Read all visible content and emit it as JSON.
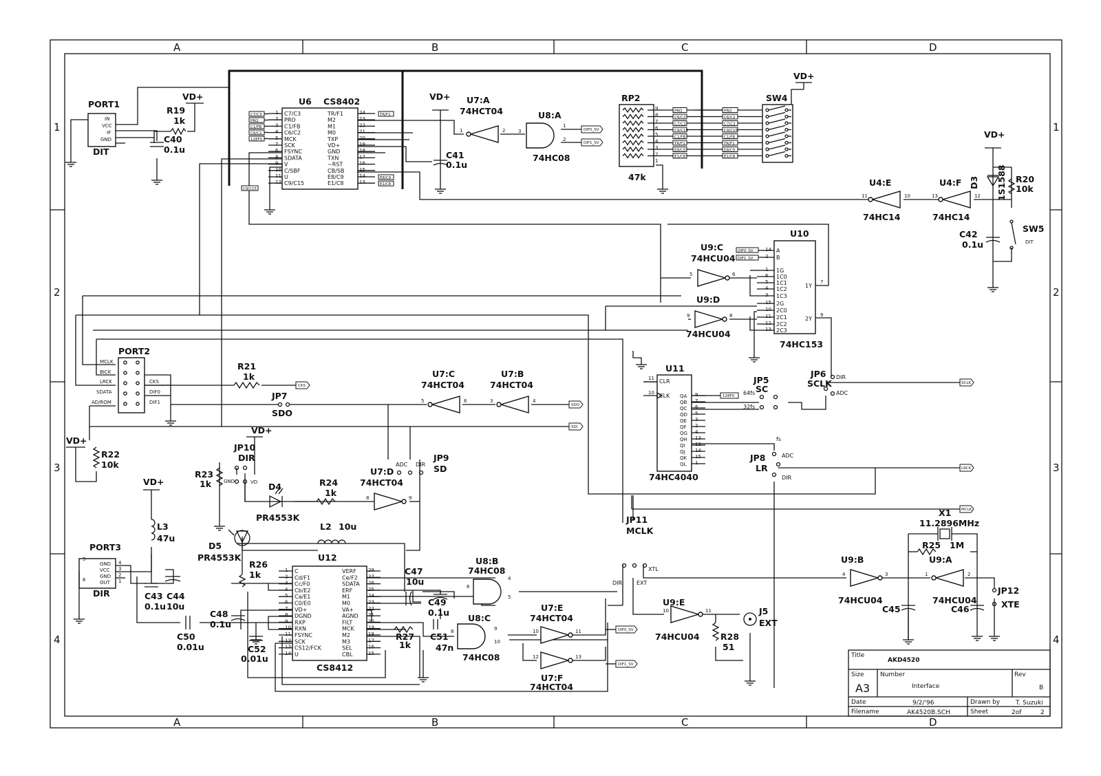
{
  "border": {
    "columns": [
      "A",
      "B",
      "C",
      "D"
    ],
    "rows": [
      "1",
      "2",
      "3",
      "4"
    ]
  },
  "title_block": {
    "title_label": "Title",
    "title": "AKD4520",
    "size_label": "Size",
    "size": "A3",
    "number_label": "Number",
    "number": "Interface",
    "rev_label": "Rev",
    "rev": "B",
    "date_label": "Date",
    "date": "9/2/'96",
    "drawn_label": "Drawn by",
    "drawn_by": "T. Suzuki",
    "filename_label": "Filename",
    "filename": "AK4520B.SCH",
    "sheet_label": "Sheet",
    "sheet_num": "2of",
    "sheet_total": "2"
  },
  "ports": {
    "port1": {
      "ref": "PORT1",
      "type": "DIT",
      "pins": [
        "IN",
        "VCC",
        "IF",
        "GND"
      ]
    },
    "port2": {
      "ref": "PORT2",
      "left_pins": [
        "MCLK",
        "BICK",
        "LRCK",
        "SDATA",
        "AD/ROM"
      ],
      "right_pins": [
        "CKS",
        "DIF0",
        "DIF1"
      ]
    },
    "port3": {
      "ref": "PORT3",
      "type": "DIR",
      "pins": [
        "GND",
        "VCC",
        "GND",
        "OUT"
      ],
      "nums": [
        "4",
        "3",
        "2",
        "1"
      ],
      "side_nums": [
        "5",
        "6"
      ]
    }
  },
  "u6": {
    "ref": "U6",
    "part": "CS8402",
    "left_pins": [
      "C7/C3",
      "PRO",
      "C1/FB",
      "C6/C2",
      "MCK",
      "SCK",
      "FSYNC",
      "SDATA",
      "V",
      "C/SBF",
      "U",
      "C9/C15"
    ],
    "left_nums": [
      "1",
      "2",
      "3",
      "4",
      "5",
      "7",
      "6",
      "8",
      "9",
      "10",
      "11",
      "12"
    ],
    "right_pins": [
      "TR/F1",
      "M2",
      "M1",
      "M0",
      "TXP",
      "VD+",
      "GND",
      "TXN",
      "~RST",
      "CB/SB",
      "E8/C9",
      "E1/C8"
    ],
    "right_nums": [
      "24",
      "23",
      "22",
      "21",
      "20",
      "19",
      "18",
      "17",
      "16",
      "15",
      "14",
      "13"
    ],
    "tags_left": [
      "C7/C3",
      "PRO",
      "C1/FB",
      "C6/C2",
      "128FS"
    ],
    "tag_bottom": "C9/C15",
    "tags_right": [
      "TR/F1",
      "E8/C9",
      "E1/C8"
    ]
  },
  "u12": {
    "ref": "U12",
    "part": "CS8412",
    "left_pins": [
      "C",
      "Cd/F1",
      "Cc/F0",
      "Cb/E2",
      "Ca/E1",
      "C0/E0",
      "VD+",
      "DGND",
      "RXP",
      "RXN",
      "FSYNC",
      "SCK",
      "CS12/FCK",
      "U"
    ],
    "left_nums": [
      "1",
      "2",
      "3",
      "4",
      "5",
      "6",
      "7",
      "8",
      "9",
      "10",
      "11",
      "12",
      "13",
      "14"
    ],
    "right_pins": [
      "VERF",
      "Ce/F2",
      "SDATA",
      "ERF",
      "M1",
      "M0",
      "VA+",
      "AGND",
      "FILT",
      "MCK",
      "M2",
      "M3",
      "SEL",
      "CBL"
    ],
    "right_nums": [
      "28",
      "27",
      "26",
      "25",
      "24",
      "23",
      "22",
      "21",
      "20",
      "19",
      "18",
      "17",
      "16",
      "15"
    ]
  },
  "u10": {
    "ref": "U10",
    "part": "74HC153",
    "pins": [
      "A",
      "B",
      "1G",
      "1C0",
      "1C1",
      "1C2",
      "1C3",
      "2G",
      "2C0",
      "2C1",
      "2C2",
      "2C3"
    ],
    "nums": [
      "14",
      "2",
      "1",
      "6",
      "5",
      "4",
      "3",
      "15",
      "10",
      "11",
      "12",
      "13"
    ],
    "out_pins": [
      "1Y",
      "2Y"
    ],
    "out_nums": [
      "7",
      "9"
    ],
    "tags": [
      "DIF0_SV",
      "DIF1_SV"
    ]
  },
  "u11": {
    "ref": "U11",
    "part": "74HC4040",
    "in_pins": [
      "CLR",
      "CLK"
    ],
    "in_nums": [
      "11",
      "10"
    ],
    "out_pins": [
      "QA",
      "QB",
      "QC",
      "QD",
      "QE",
      "QF",
      "QG",
      "QH",
      "QI",
      "QJ",
      "QK",
      "QL"
    ],
    "out_nums": [
      "9",
      "7",
      "6",
      "5",
      "3",
      "2",
      "4",
      "13",
      "12",
      "14",
      "15",
      "1"
    ],
    "tag": "128FS"
  },
  "gates": {
    "u7a": {
      "ref": "U7:A",
      "part": "74HCT04",
      "pins": [
        "2",
        "1"
      ]
    },
    "u7b": {
      "ref": "U7:B",
      "part": "74HCT04",
      "pins": [
        "4",
        "3"
      ]
    },
    "u7c": {
      "ref": "U7:C",
      "part": "74HCT04",
      "pins": [
        "6",
        "5"
      ]
    },
    "u7d": {
      "ref": "U7:D",
      "part": "74HCT04",
      "pins": [
        "8",
        "9"
      ]
    },
    "u7e": {
      "ref": "U7:E",
      "part": "74HCT04",
      "pins": [
        "10",
        "11"
      ]
    },
    "u7f": {
      "ref": "U7:F",
      "part": "74HCT04",
      "pins": [
        "12",
        "13"
      ]
    },
    "u8a": {
      "ref": "U8:A",
      "part": "74HC08",
      "pins": [
        "3",
        "1",
        "2"
      ]
    },
    "u8b": {
      "ref": "U8:B",
      "part": "74HC08",
      "pins": [
        "6",
        "4",
        "5"
      ]
    },
    "u8c": {
      "ref": "U8:C",
      "part": "74HC08",
      "pins": [
        "8",
        "9",
        "10"
      ]
    },
    "u9a": {
      "ref": "U9:A",
      "part": "74HCU04",
      "pins": [
        "2",
        "1"
      ]
    },
    "u9b": {
      "ref": "U9:B",
      "part": "74HCU04",
      "pins": [
        "4",
        "3"
      ]
    },
    "u9c": {
      "ref": "U9:C",
      "part": "74HCU04",
      "pins": [
        "5",
        "6"
      ]
    },
    "u9d": {
      "ref": "U9:D",
      "part": "74HCU04",
      "pins": [
        "9",
        "8"
      ]
    },
    "u9e": {
      "ref": "U9:E",
      "part": "74HCU04",
      "pins": [
        "10",
        "11"
      ]
    },
    "u4e": {
      "ref": "U4:E",
      "part": "74HC14",
      "pins": [
        "10",
        "11"
      ]
    },
    "u4f": {
      "ref": "U4:F",
      "part": "74HC14",
      "pins": [
        "12",
        "13"
      ]
    }
  },
  "rp2": {
    "ref": "RP2",
    "value": "47k",
    "nums": [
      "9",
      "8",
      "7",
      "6",
      "5",
      "4",
      "3",
      "2",
      "1"
    ],
    "tags_in": [
      "PRO",
      "C6/C2",
      "C7/C3",
      "C9/C15",
      "C1/FB",
      "TR/F1",
      "E8/C9",
      "E1/C8"
    ],
    "tags_out": [
      "PRO",
      "C6/C2",
      "C7/C3",
      "C9/C15",
      "C1/FB",
      "TR/F1",
      "E8/C9",
      "E1/C8"
    ]
  },
  "sw4": {
    "ref": "SW4"
  },
  "power": {
    "vd": "VD+"
  },
  "passives": {
    "r19": {
      "ref": "R19",
      "value": "1k"
    },
    "r20": {
      "ref": "R20",
      "value": "10k"
    },
    "r21": {
      "ref": "R21",
      "value": "1k"
    },
    "r22": {
      "ref": "R22",
      "value": "10k"
    },
    "r23": {
      "ref": "R23",
      "value": "1k",
      "pin": "GND"
    },
    "r24": {
      "ref": "R24",
      "value": "1k"
    },
    "r25": {
      "ref": "R25",
      "value": "1M"
    },
    "r26": {
      "ref": "R26",
      "value": "1k"
    },
    "r27": {
      "ref": "R27",
      "value": "1k"
    },
    "r28": {
      "ref": "R28",
      "value": "51"
    },
    "c40": {
      "ref": "C40",
      "value": "0.1u"
    },
    "c41": {
      "ref": "C41",
      "value": "0.1u"
    },
    "c42": {
      "ref": "C42",
      "value": "0.1u"
    },
    "c43": {
      "ref": "C43",
      "value": "0.1u"
    },
    "c44": {
      "ref": "C44",
      "value": "10u"
    },
    "c45": {
      "ref": "C45"
    },
    "c46": {
      "ref": "C46"
    },
    "c47": {
      "ref": "C47",
      "value": "10u"
    },
    "c48": {
      "ref": "C48",
      "value": "0.1u"
    },
    "c49": {
      "ref": "C49",
      "value": "0.1u"
    },
    "c50": {
      "ref": "C50",
      "value": "0.01u"
    },
    "c51": {
      "ref": "C51",
      "value": "47n"
    },
    "c52": {
      "ref": "C52",
      "value": "0.01u"
    },
    "l2": {
      "ref": "L2",
      "value": "10u"
    },
    "l3": {
      "ref": "L3",
      "value": "47u"
    },
    "x1": {
      "ref": "X1",
      "value": "11.2896MHz"
    },
    "d3": {
      "ref": "D3",
      "value": "1S1588"
    },
    "d4": {
      "ref": "D4",
      "value": "PR4553K"
    },
    "d5": {
      "ref": "D5",
      "value": "PR4553K"
    },
    "sw5": {
      "ref": "SW5",
      "value": "DIT"
    },
    "j5": {
      "ref": "J5",
      "value": "EXT"
    }
  },
  "jumpers": {
    "jp5": {
      "ref": "JP5",
      "name": "SC",
      "opt1": "64fs",
      "opt2": "32fs"
    },
    "jp6": {
      "ref": "JP6",
      "name": "SCLK",
      "opt1": "DIR",
      "opt2": "ADC"
    },
    "jp7": {
      "ref": "JP7",
      "name": "SDO"
    },
    "jp8": {
      "ref": "JP8",
      "name": "LR",
      "opt0": "fs",
      "opt1": "ADC",
      "opt2": "DIR"
    },
    "jp9": {
      "ref": "JP9",
      "name": "SD",
      "opt1": "ADC",
      "opt2": "DIR"
    },
    "jp10": {
      "ref": "JP10",
      "name": "DIR",
      "opt": "VD"
    },
    "jp11": {
      "ref": "JP11",
      "name": "MCLK",
      "opt1": "DIR",
      "opt2": "EXT",
      "opt3": "XTL"
    },
    "jp12": {
      "ref": "JP12",
      "name": "XTE"
    }
  },
  "net_tags": {
    "cks": "CKS",
    "sdo": "SDO",
    "sdi": "SDI",
    "sclk": "SCLK",
    "lrck": "LRCK",
    "mclk": "MCLK",
    "dif0_sv": "DIF0_SV",
    "dif1_sv": "DIF1_SV"
  }
}
